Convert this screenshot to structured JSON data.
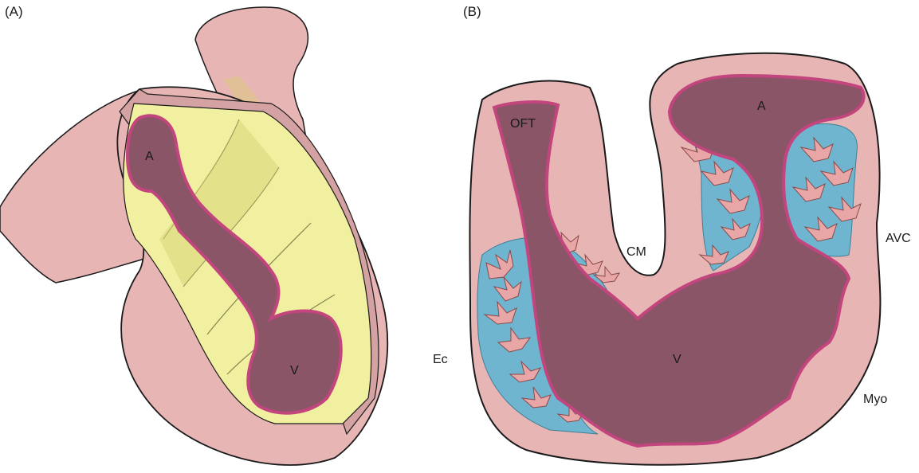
{
  "panel_a": {
    "label": "(A)",
    "labels": {
      "atrium": "A",
      "ventricle": "V"
    }
  },
  "panel_b": {
    "label": "(B)",
    "labels": {
      "outflow_tract": "OFT",
      "atrium": "A",
      "cardiac_mesoderm": "CM",
      "atrioventricular_canal": "AVC",
      "ectoderm": "Ec",
      "ventricle": "V",
      "myocardium": "Myo"
    }
  },
  "colors": {
    "tissue_pink": "#e8b5b5",
    "lumen_maroon": "#8a5566",
    "endocardium_magenta": "#c2457e",
    "cardiac_jelly_yellow": "#f0f0a0",
    "cushion_blue": "#6fb5cf",
    "outline": "#1a1a1a"
  }
}
